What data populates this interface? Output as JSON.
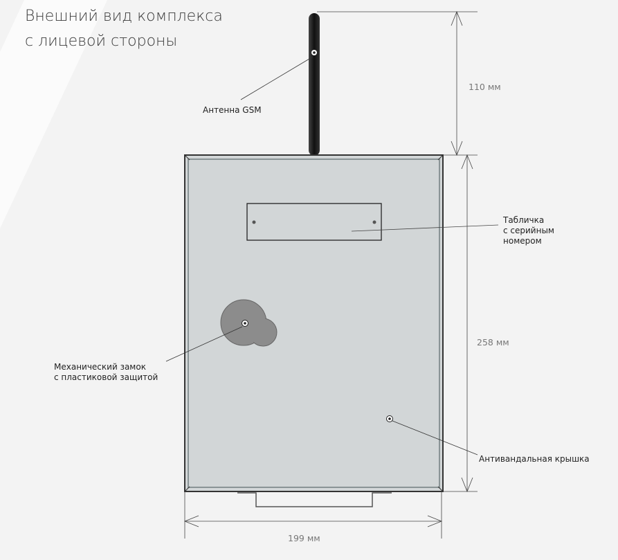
{
  "title": {
    "line1": "Внешний вид комплекса",
    "line2": "с лицевой стороны"
  },
  "labels": {
    "antenna": "Антенна GSM",
    "plate": [
      "Табличка",
      "с серийным",
      "номером"
    ],
    "lock": [
      "Механический замок",
      "с пластиковой защитой"
    ],
    "cover": "Антивандальная крышка"
  },
  "dimensions": {
    "antenna_height": "110 мм",
    "body_height": "258 мм",
    "width": "199 мм"
  },
  "colors": {
    "body": "#d2d6d7",
    "antenna": "#1a1a1a",
    "lock": "#8c8c8c"
  }
}
